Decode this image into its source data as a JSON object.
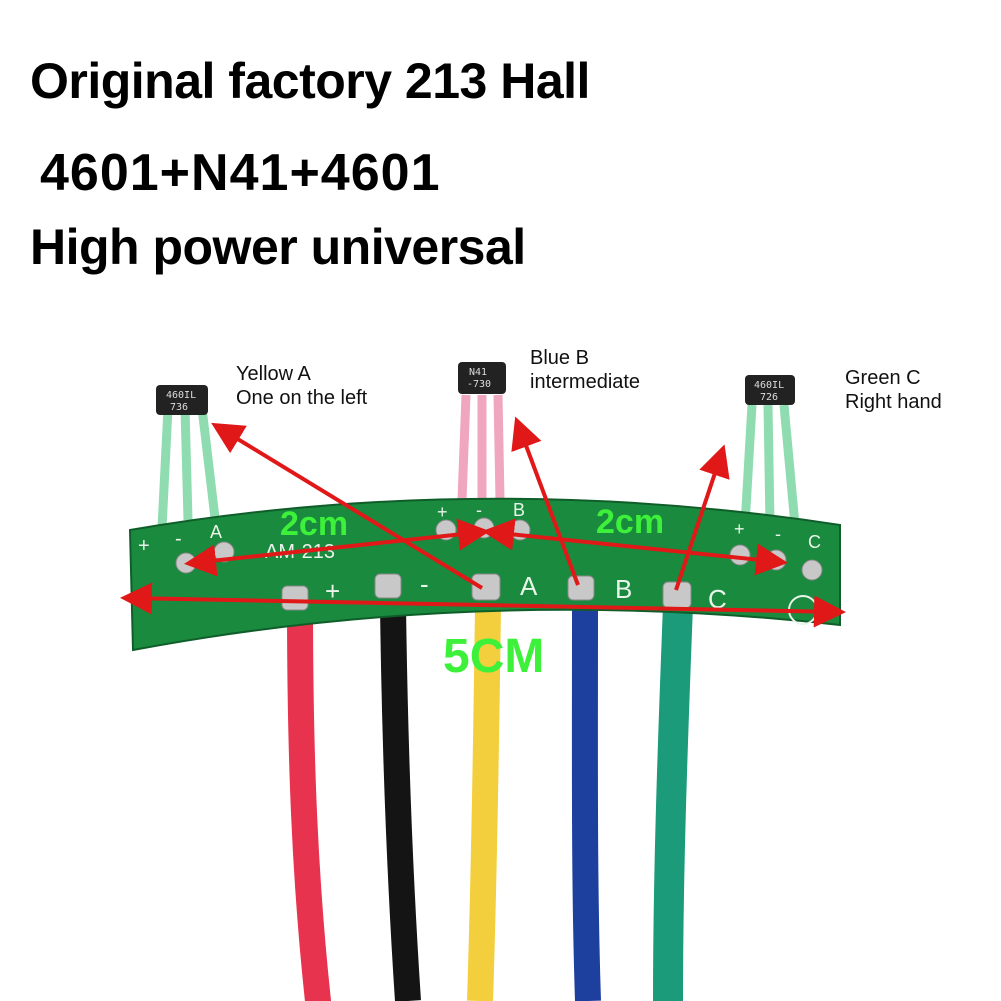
{
  "headline": {
    "line1": "Original factory 213 Hall",
    "line2": "4601+N41+4601",
    "line3": "High power universal"
  },
  "sensors": {
    "left": {
      "chip": [
        "460IL",
        "736"
      ],
      "label": "Yellow A",
      "note": "One on the left"
    },
    "middle": {
      "chip": [
        "N41",
        "-730"
      ],
      "label": "Blue B",
      "note": "intermediate"
    },
    "right": {
      "chip": [
        "460IL",
        "726"
      ],
      "label": "Green C",
      "note": "Right hand"
    }
  },
  "board": {
    "model": "AM-213",
    "top_pads_left": [
      "+",
      "-",
      "A"
    ],
    "top_pads_mid": [
      "+",
      "-",
      "B"
    ],
    "top_pads_right": [
      "+",
      "-",
      "C"
    ],
    "bottom_pads": [
      "+",
      "-",
      "A",
      "B",
      "C"
    ]
  },
  "dimensions": {
    "spacing_left": "2cm",
    "spacing_right": "2cm",
    "total_length": "5CM"
  },
  "colors": {
    "pcb": "#1a8a3e",
    "arrow": "#e01818",
    "dimension_text": "#3df03a",
    "wire_red": "#e8334f",
    "wire_black": "#141414",
    "wire_yellow": "#f3cf3d",
    "wire_blue": "#1d3f9e",
    "wire_green": "#1b9b7a"
  }
}
